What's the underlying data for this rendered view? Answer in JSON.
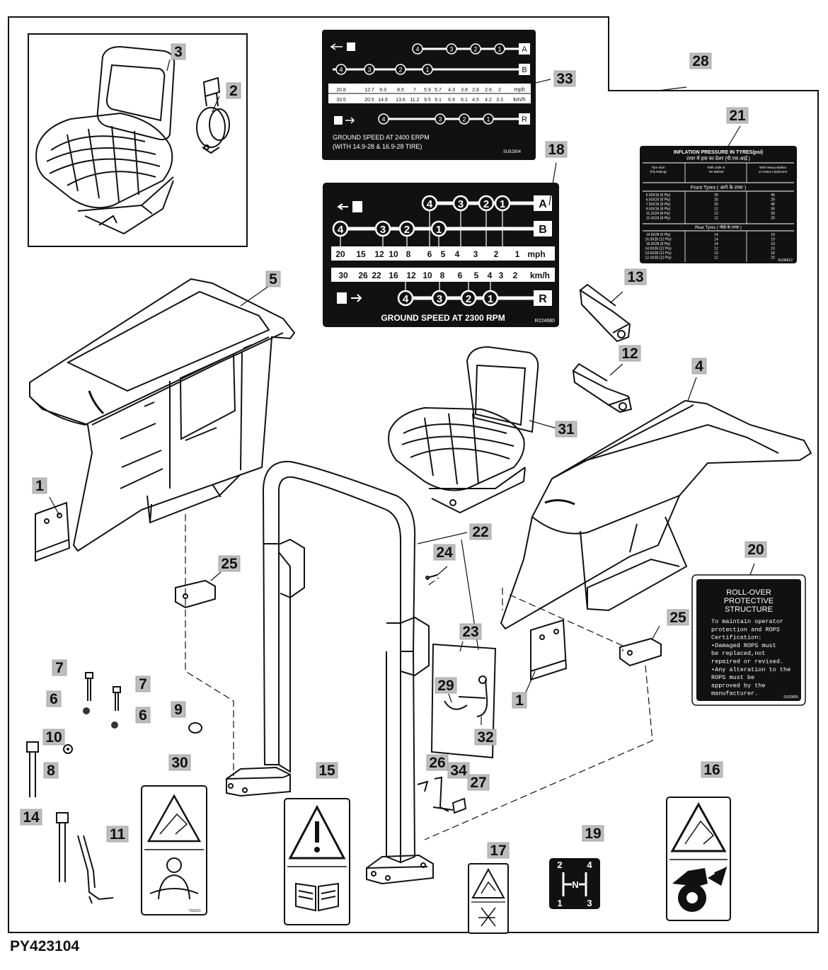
{
  "figure_code": "PY423104",
  "callouts": [
    "1",
    "2",
    "3",
    "4",
    "5",
    "6",
    "7",
    "8",
    "9",
    "10",
    "11",
    "12",
    "13",
    "14",
    "15",
    "16",
    "17",
    "18",
    "19",
    "20",
    "21",
    "22",
    "23",
    "24",
    "25",
    "26",
    "27",
    "28",
    "29",
    "30",
    "31",
    "32",
    "33",
    "34"
  ],
  "decal_33": {
    "gears_a": [
      "4",
      "3",
      "2",
      "1"
    ],
    "gears_b": [
      "4",
      "3",
      "2",
      "1"
    ],
    "gears_r": [
      "4",
      "3",
      "2",
      "1"
    ],
    "range_a": "A",
    "range_b": "B",
    "range_r": "R",
    "mph_values": [
      "20.8",
      "12.7",
      "9.3",
      "8.5",
      "7",
      "5.9",
      "5.7",
      "4.3",
      "3.8",
      "2.8",
      "2.6",
      "2"
    ],
    "mph_unit": "mph",
    "kmh_values": [
      "33.5",
      "20.5",
      "14.9",
      "13.6",
      "11.2",
      "9.5",
      "9.1",
      "6.9",
      "6.1",
      "4.5",
      "4.2",
      "3.3"
    ],
    "kmh_unit": "km/h",
    "caption_1": "GROUND SPEED AT 2400 ERPM",
    "caption_2": "(WITH 14.9-28 & 16.9-28 TIRE)",
    "part_no": "SU52904"
  },
  "decal_18": {
    "gears_a": [
      "4",
      "3",
      "2",
      "1"
    ],
    "gears_b": [
      "4",
      "3",
      "2",
      "1"
    ],
    "gears_r": [
      "4",
      "3",
      "2",
      "1"
    ],
    "range_a": "A",
    "range_b": "B",
    "range_r": "R",
    "mph_values": [
      "20",
      "15",
      "12",
      "10",
      "8",
      "6",
      "5",
      "4",
      "3",
      "2",
      "1"
    ],
    "mph_unit": "mph",
    "kmh_values": [
      "30",
      "26",
      "22",
      "16",
      "12",
      "10",
      "8",
      "6",
      "5",
      "4",
      "3",
      "2"
    ],
    "kmh_unit": "km/h",
    "caption": "GROUND SPEED AT 2300 RPM",
    "part_no": "R224680"
  },
  "decal_21": {
    "title": "INFLATION PRESSURE IN TYRES(psi)",
    "title_hindi": "टायर में हवा का प्रेशर (पी.एस.आई.)",
    "col_headers": [
      "Tyre Size (Ply Rating)",
      "With Little or No Ballast",
      "With Heavy Ballast or Heavy Implement"
    ],
    "front_label": "Front Tyres ( आगे के टायर )",
    "front_rows": [
      [
        "6.00X16 (6 Ply)",
        "20",
        "40"
      ],
      [
        "6.50X20 (8 Ply)",
        "20",
        "29"
      ],
      [
        "7.50X16 (8 Ply)",
        "20",
        "40"
      ],
      [
        "6.50X16 (8 Ply)",
        "12",
        "30"
      ],
      [
        "11.2X24 (8 Ply)",
        "12",
        "29"
      ],
      [
        "12.4X24 (8 Ply)",
        "12",
        "29"
      ]
    ],
    "rear_label": "Rear Tyres ( पीछे के टायर )",
    "rear_rows": [
      [
        "14.9X28 (6 Ply)",
        "14",
        "19"
      ],
      [
        "16.9X28 (12 Ply)",
        "14",
        "19"
      ],
      [
        "16.9X28 (8 Ply)",
        "14",
        "19"
      ],
      [
        "14.9X28 (12 Ply)",
        "12",
        "23"
      ],
      [
        "13.6X28 (12 Ply)",
        "13",
        "18"
      ],
      [
        "12.4X28 (12 Ply)",
        "12",
        "20"
      ]
    ],
    "part_no": "SU36612"
  },
  "decal_20": {
    "title_lines": [
      "ROLL-OVER",
      "PROTECTIVE",
      "STRUCTURE"
    ],
    "body_lines": [
      "To maintain operator",
      "protection and ROPS",
      "Certification:",
      "•Damaged ROPS must",
      "be replaced,not",
      "repaired or revised.",
      "•Any alteration to the",
      "ROPS must be",
      "approved by the",
      "manufacturer."
    ],
    "part_no": "SU20055"
  },
  "decal_19": {
    "top_left": "2",
    "top_right": "4",
    "center": "N",
    "bottom_left": "1",
    "bottom_right": "3"
  },
  "decal_30": {
    "part_no": "TS5321"
  },
  "icons": [
    "seat-icon",
    "fender-icon",
    "rops-frame-icon",
    "bracket-icon",
    "bolt-icon",
    "nut-icon",
    "washer-icon",
    "warning-triangle-icon",
    "book-icon",
    "rollover-warning-icon",
    "shift-pattern-icon"
  ]
}
